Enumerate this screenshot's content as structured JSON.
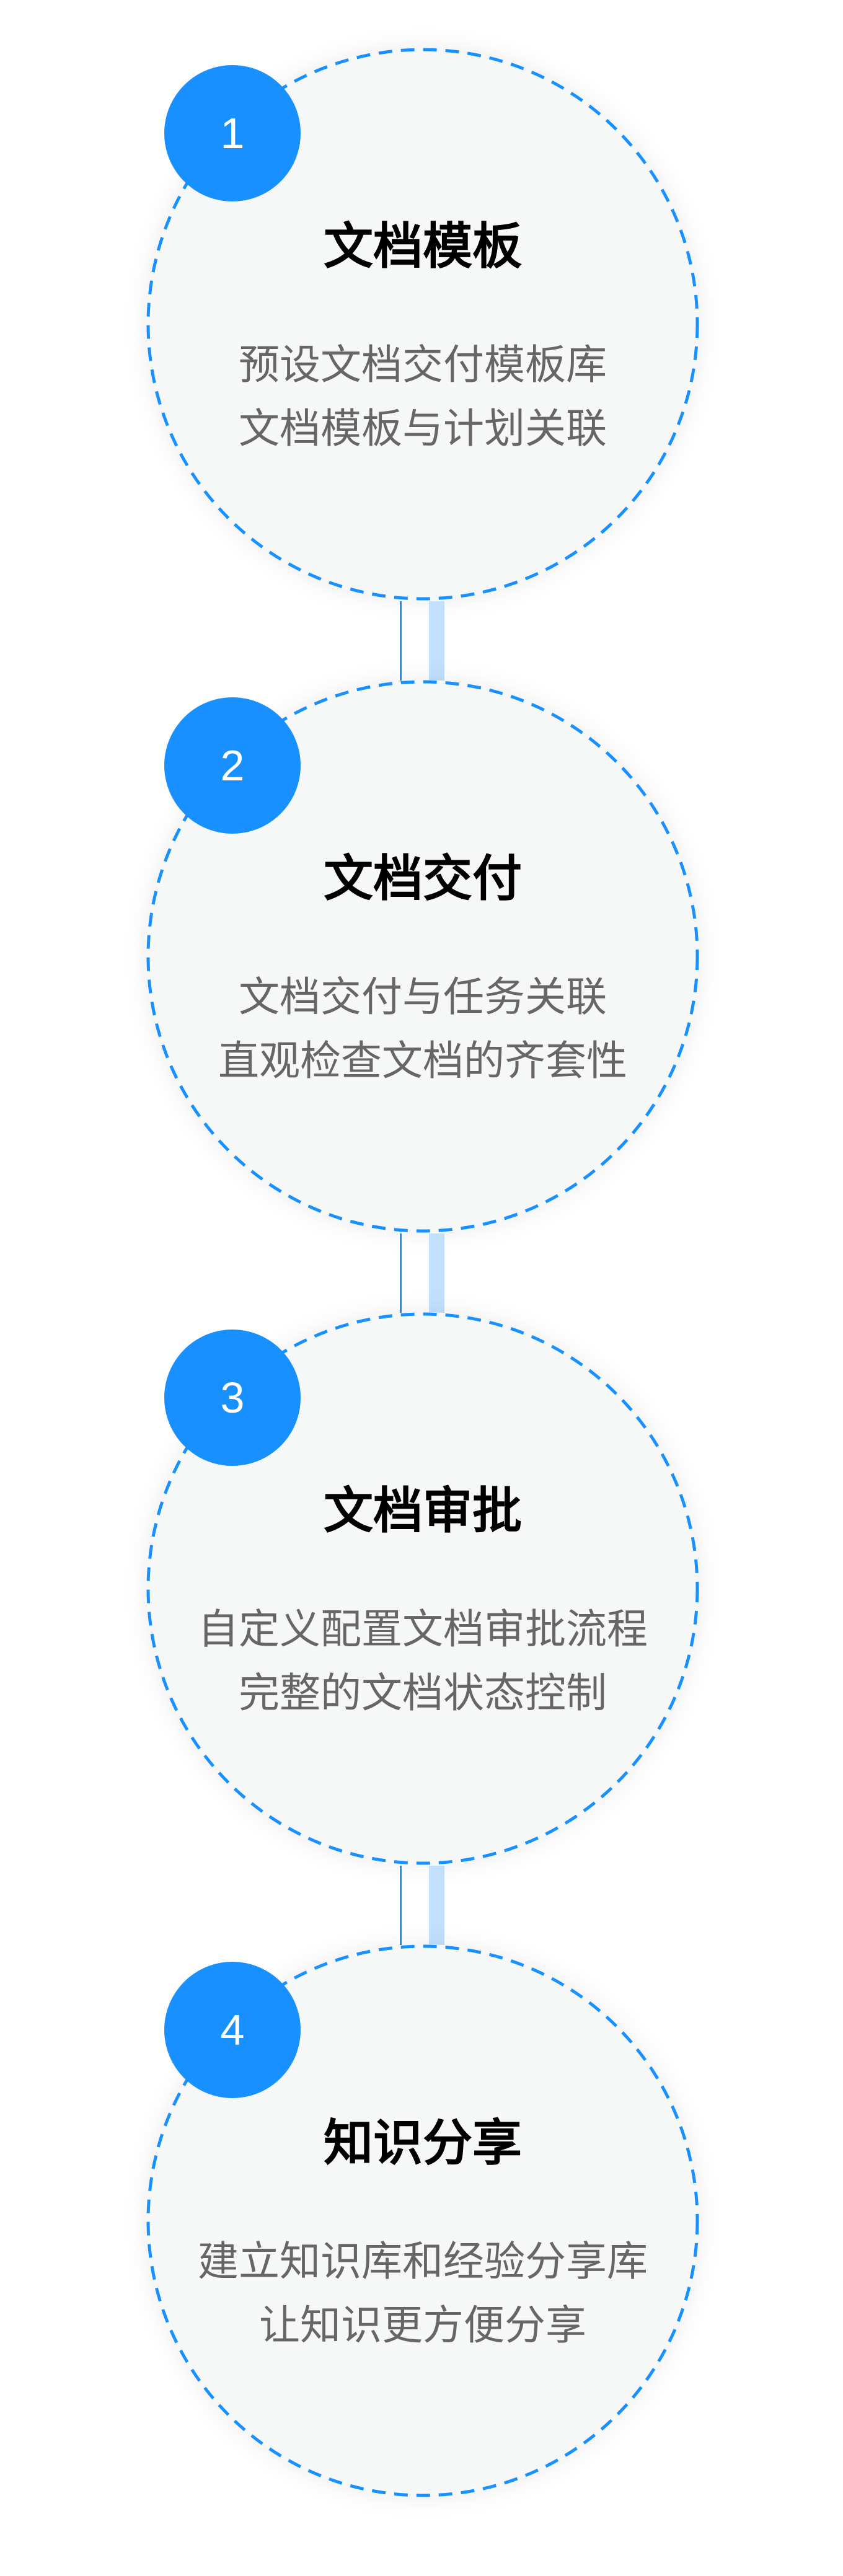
{
  "colors": {
    "accent": "#1890ff",
    "connector_light": "#c2e0fc",
    "circle_fill": "#f6f8f8"
  },
  "steps": [
    {
      "number": "1",
      "title": "文档模板",
      "lines": [
        "预设文档交付模板库",
        "文档模板与计划关联"
      ]
    },
    {
      "number": "2",
      "title": "文档交付",
      "lines": [
        "文档交付与任务关联",
        "直观检查文档的齐套性"
      ]
    },
    {
      "number": "3",
      "title": "文档审批",
      "lines": [
        "自定义配置文档审批流程",
        "完整的文档状态控制"
      ]
    },
    {
      "number": "4",
      "title": "知识分享",
      "lines": [
        "建立知识库和经验分享库",
        "让知识更方便分享"
      ]
    }
  ]
}
